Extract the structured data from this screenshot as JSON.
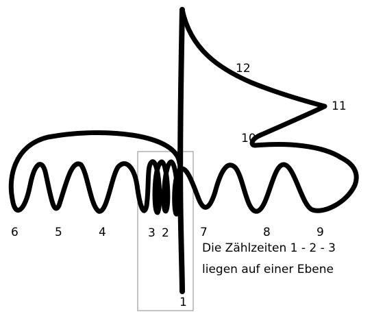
{
  "labels": {
    "l1": "1",
    "l2": "2",
    "l3": "3",
    "l4": "4",
    "l5": "5",
    "l6": "6",
    "l7": "7",
    "l8": "8",
    "l9": "9",
    "l10": "10",
    "l11": "11",
    "l12": "12"
  },
  "caption": {
    "line1": "Die Zählzeiten 1 - 2 - 3",
    "line2": "liegen auf einer Ebene"
  },
  "colors": {
    "stroke": "#000000",
    "box": "#888888",
    "background": "#ffffff"
  }
}
